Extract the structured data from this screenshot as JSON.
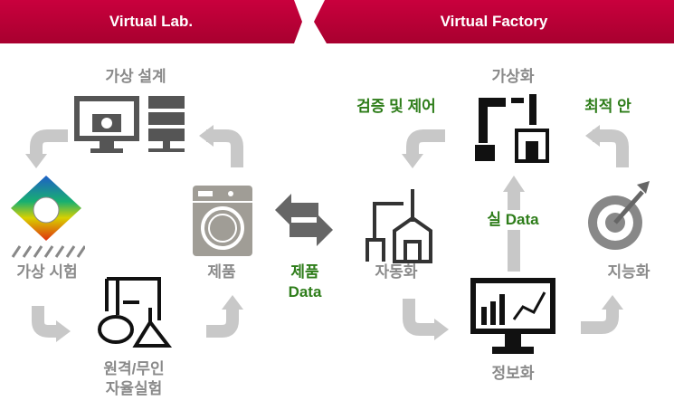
{
  "header": {
    "left": "Virtual Lab.",
    "right": "Virtual Factory"
  },
  "lab": {
    "design": "가상 설계",
    "test": "가상 시험",
    "product": "제품",
    "experiment_line1": "원격/무인",
    "experiment_line2": "자율실험"
  },
  "center": {
    "line1": "제품",
    "line2": "Data"
  },
  "factory": {
    "virtualization": "가상화",
    "verify": "검증 및 제어",
    "optimal": "최적 안",
    "automation": "자동화",
    "real_data": "실 Data",
    "intelligence": "지능화",
    "informatization": "정보화"
  },
  "colors": {
    "banner": "#c00038",
    "arrow": "#c8c8c8",
    "green": "#2e7d1a",
    "label": "#8a8a8a"
  }
}
